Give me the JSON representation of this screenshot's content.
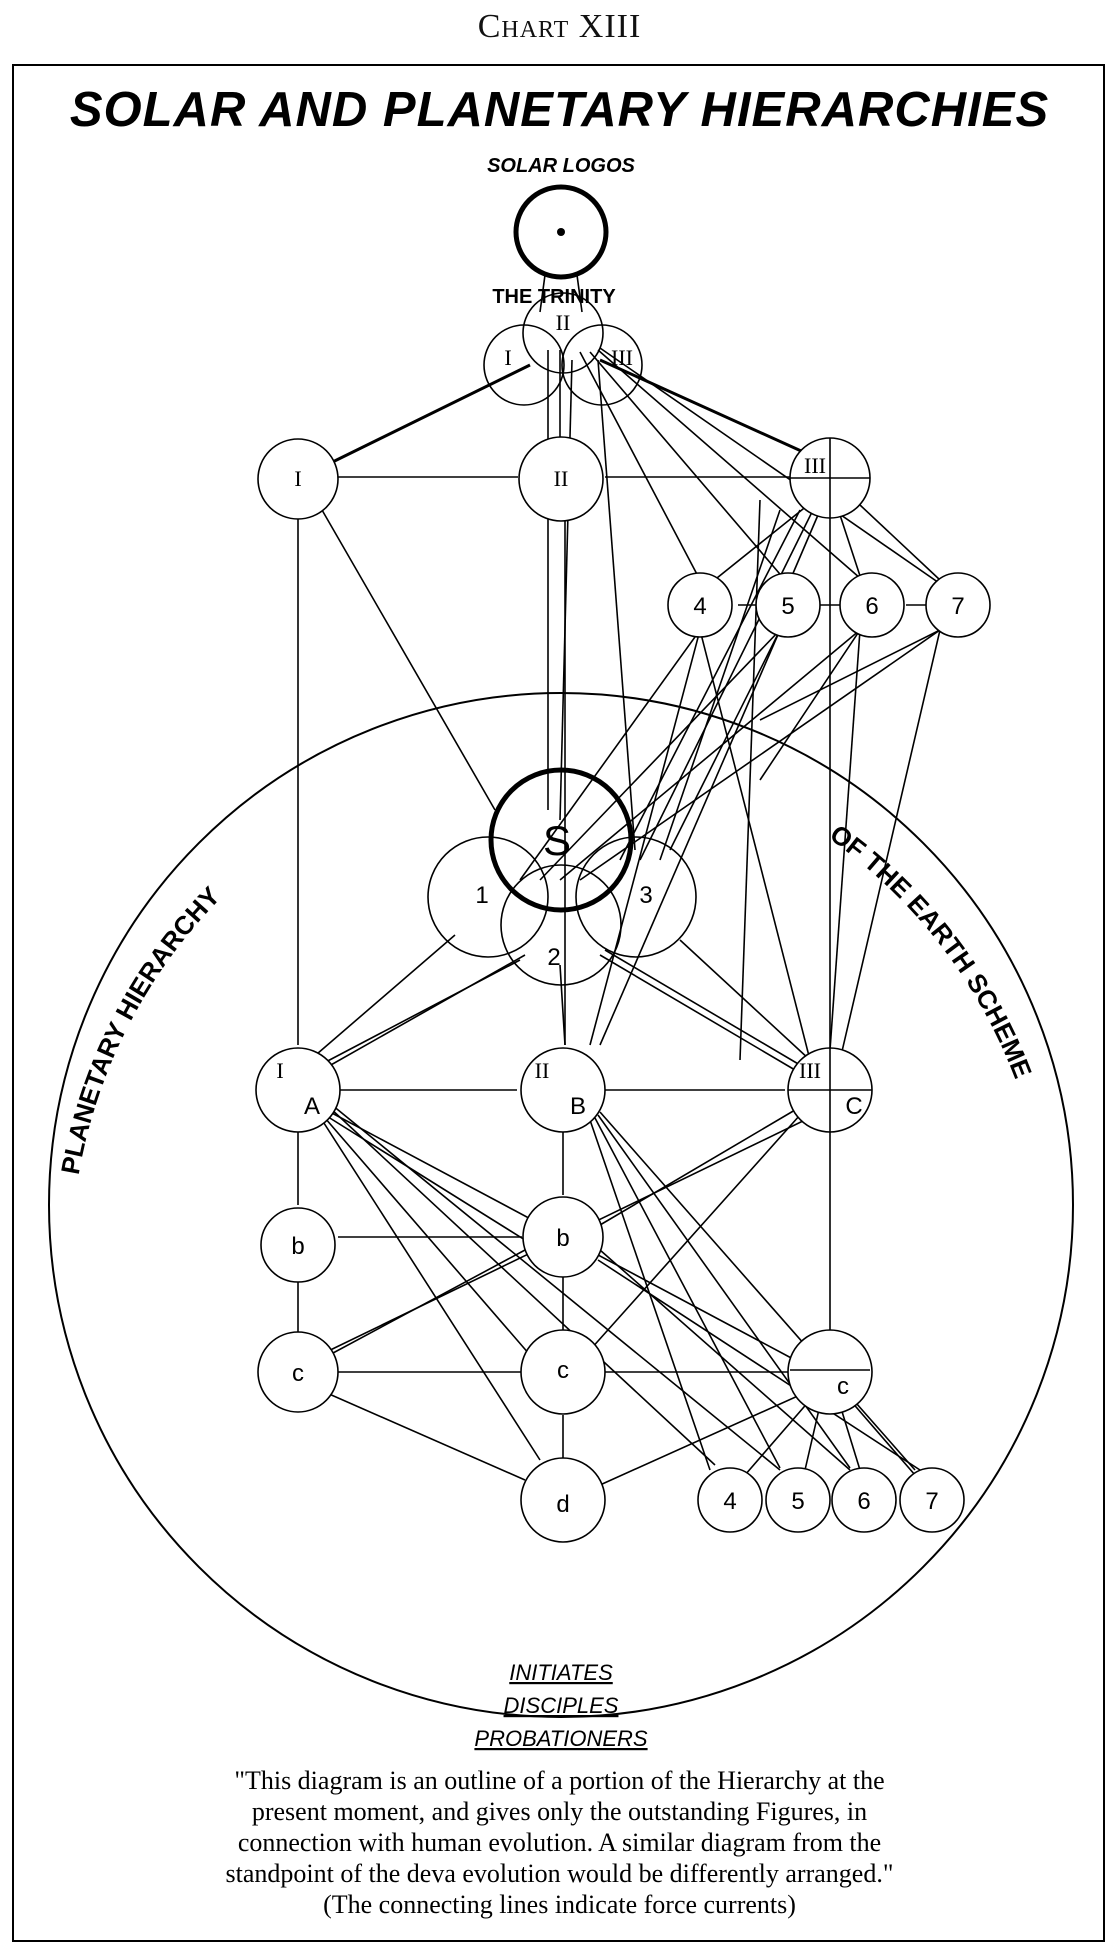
{
  "header": {
    "chart_label": "Chart XIII",
    "title": "SOLAR AND PLANETARY HIERARCHIES"
  },
  "labels": {
    "solar_logos": "SOLAR LOGOS",
    "trinity": "THE TRINITY",
    "left_arc": "PLANETARY HIERARCHY",
    "right_arc": "OF THE EARTH SCHEME"
  },
  "trinity_nodes": {
    "one": "I",
    "two": "II",
    "three": "III"
  },
  "solar_nodes": {
    "one": "I",
    "two": "II",
    "three": "III",
    "four": "4",
    "five": "5",
    "six": "6",
    "seven": "7"
  },
  "sanat": {
    "s": "S",
    "one": "1",
    "two": "2",
    "three": "3"
  },
  "planetary_nodes": {
    "I": "I",
    "A": "A",
    "II": "II",
    "B": "B",
    "III": "III",
    "C": "C",
    "b_left": "b",
    "b_mid": "b",
    "c_left": "c",
    "c_mid": "c",
    "c_right": "c",
    "d": "d",
    "four": "4",
    "five": "5",
    "six": "6",
    "seven": "7"
  },
  "legend": {
    "line1": "INITIATES",
    "line2": "DISCIPLES",
    "line3": "PROBATIONERS"
  },
  "quote": {
    "line1": "\"This diagram is an outline of a portion of the Hierarchy at the",
    "line2": "present moment, and gives only the outstanding Figures, in",
    "line3": "connection with human evolution.  A similar diagram from the",
    "line4": "standpoint of the deva evolution would be differently arranged.\"",
    "line5": "(The connecting lines indicate force currents)"
  }
}
